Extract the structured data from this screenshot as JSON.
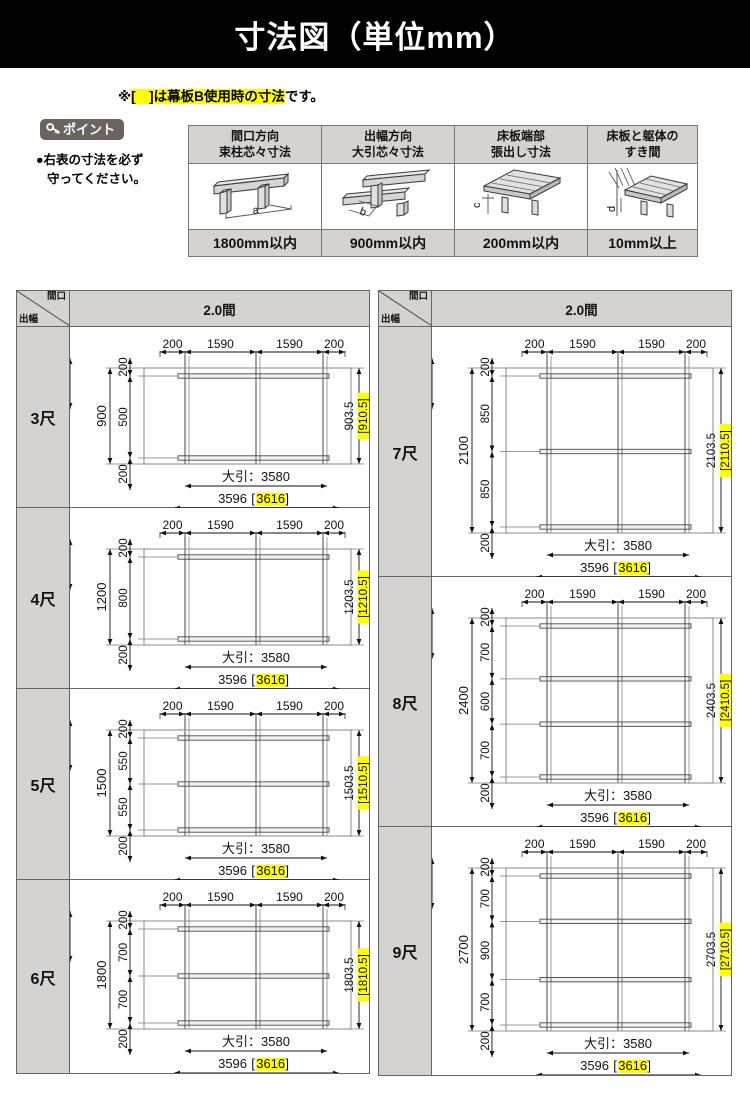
{
  "header": {
    "title": "寸法図（単位mm）"
  },
  "note": {
    "prefix": "※",
    "highlighted": "[　]は幕板B使用時の寸法",
    "suffix": "です。"
  },
  "point": {
    "badge_label": "ポイント",
    "badge_icon": "key-icon",
    "line1": "●右表の寸法を必ず",
    "line2": "守ってください。"
  },
  "spec_table": {
    "columns": [
      {
        "header_line1": "間口方向",
        "header_line2": "束柱芯々寸法",
        "icon": "beam-two-posts-icon",
        "icon_label": "a",
        "value": "1800mm以内"
      },
      {
        "header_line1": "出幅方向",
        "header_line2": "大引芯々寸法",
        "icon": "two-beams-posts-icon",
        "icon_label": "b",
        "value": "900mm以内"
      },
      {
        "header_line1": "床板端部",
        "header_line2": "張出し寸法",
        "icon": "deck-overhang-icon",
        "icon_label": "c",
        "value": "200mm以内"
      },
      {
        "header_line1": "床板と躯体の",
        "header_line2": "すき間",
        "icon": "deck-wall-gap-icon",
        "icon_label": "d",
        "value": "10mm以上"
      }
    ]
  },
  "dimension_tables": {
    "corner": {
      "top_right": "間口",
      "bottom_left": "出幅"
    },
    "span_header": "2.0間",
    "common": {
      "top_dims": [
        "200",
        "1590",
        "1590",
        "200"
      ],
      "ooki_label": "大引：3580",
      "total_plain": "3596",
      "total_bracket": "[3616]",
      "top_offset": "200",
      "bottom_offset": "200"
    },
    "left_table": {
      "rows": [
        {
          "label": "3尺",
          "overall": "900",
          "inner_dims": [
            "500"
          ],
          "beams": 2,
          "right_plain": "903.5",
          "right_bracket": "(910.5)"
        },
        {
          "label": "4尺",
          "overall": "1200",
          "inner_dims": [
            "800"
          ],
          "beams": 2,
          "right_plain": "1203.5",
          "right_bracket": "(1210.5)"
        },
        {
          "label": "5尺",
          "overall": "1500",
          "inner_dims": [
            "550",
            "550"
          ],
          "beams": 3,
          "right_plain": "1503.5",
          "right_bracket": "(1510.5)"
        },
        {
          "label": "6尺",
          "overall": "1800",
          "inner_dims": [
            "700",
            "700"
          ],
          "beams": 3,
          "right_plain": "1803.5",
          "right_bracket": "(1810.5)"
        }
      ]
    },
    "right_table": {
      "rows": [
        {
          "label": "7尺",
          "overall": "2100",
          "inner_dims": [
            "850",
            "850"
          ],
          "beams": 3,
          "right_plain": "2103.5",
          "right_bracket": "(2110.5)"
        },
        {
          "label": "8尺",
          "overall": "2400",
          "inner_dims": [
            "700",
            "600",
            "700"
          ],
          "beams": 4,
          "right_plain": "2403.5",
          "right_bracket": "(2410.5)"
        },
        {
          "label": "9尺",
          "overall": "2700",
          "inner_dims": [
            "700",
            "900",
            "700"
          ],
          "beams": 4,
          "right_plain": "2703.5",
          "right_bracket": "(2710.5)"
        }
      ]
    }
  },
  "colors": {
    "header_bg": "#000000",
    "highlight": "#ffff00",
    "table_header_bg": "#d4d3d1",
    "badge_bg": "#6b645e",
    "line": "#666666"
  }
}
